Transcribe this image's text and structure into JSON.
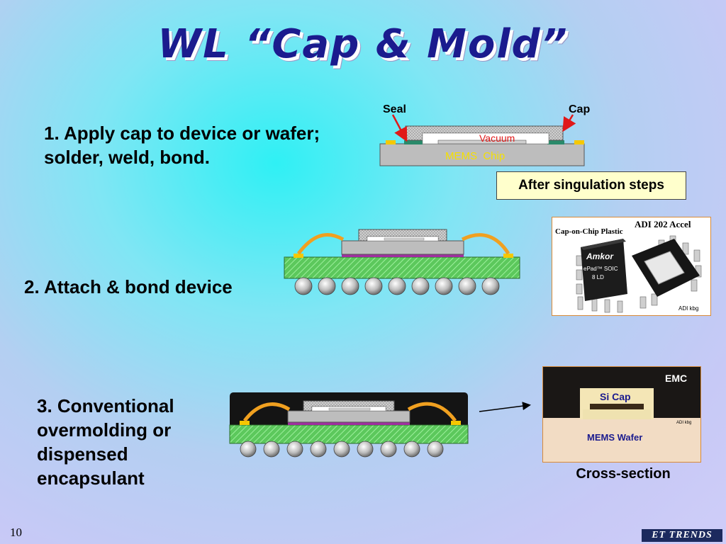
{
  "slide": {
    "title": "WL “Cap & Mold”",
    "page_number": "10",
    "logo_text": "ET TRENDS"
  },
  "steps": {
    "step1_line1": "1. Apply cap to device or wafer;",
    "step1_line2": "solder, weld, bond.",
    "step2": "2. Attach & bond device",
    "step3_line1": "3. Conventional",
    "step3_line2": "overmolding or",
    "step3_line3": "dispensed",
    "step3_line4": "encapsulant"
  },
  "diagram1": {
    "seal_label": "Seal",
    "cap_label": "Cap",
    "vacuum_label": "Vacuum",
    "chip_label": "MEMS  Chip",
    "note": "After singulation steps"
  },
  "photo_package": {
    "title": "ADI 202 Accel",
    "subtitle": "Cap-on-Chip Plastic",
    "brand": "Amkor",
    "pkg_line1": "ePad™ SOIC",
    "pkg_line2": "8 LD",
    "credit": "ADI  kbg"
  },
  "photo_cross": {
    "emc": "EMC",
    "cap": "Si Cap",
    "wafer": "MEMS Wafer",
    "credit": "ADI  kbg",
    "caption": "Cross-section"
  },
  "colors": {
    "title": "#1b1b8e",
    "substrate_green": "#5cc85c",
    "wire_orange": "#f0a020",
    "seal_yellow": "#f5c800",
    "arrow_red": "#e01818"
  }
}
